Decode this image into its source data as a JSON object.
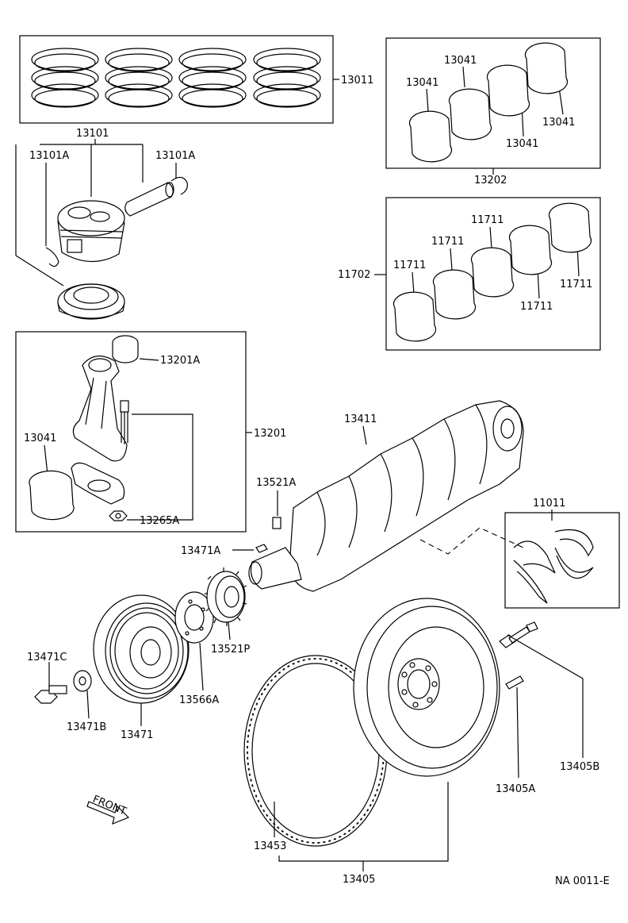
{
  "diagram": {
    "labels": {
      "p13011": "13011",
      "p13101": "13101",
      "p13101a_left": "13101A",
      "p13101a_right": "13101A",
      "p13041_a": "13041",
      "p13041_b": "13041",
      "p13041_c": "13041",
      "p13041_d": "13041",
      "p13202": "13202",
      "p11702": "11702",
      "p11711_a": "11711",
      "p11711_b": "11711",
      "p11711_c": "11711",
      "p11711_d": "11711",
      "p11711_e": "11711",
      "p13201a": "13201A",
      "p13201": "13201",
      "p13041_rod": "13041",
      "p13265a": "13265A",
      "p13411": "13411",
      "p13521a": "13521A",
      "p11011": "11011",
      "p13471a": "13471A",
      "p13471c": "13471C",
      "p13471b": "13471B",
      "p13471": "13471",
      "p13566a": "13566A",
      "p13521p": "13521P",
      "p13453": "13453",
      "p13405": "13405",
      "p13405a": "13405A",
      "p13405b": "13405B",
      "front": "FRONT",
      "ref_code": "NA 0011-E"
    }
  }
}
